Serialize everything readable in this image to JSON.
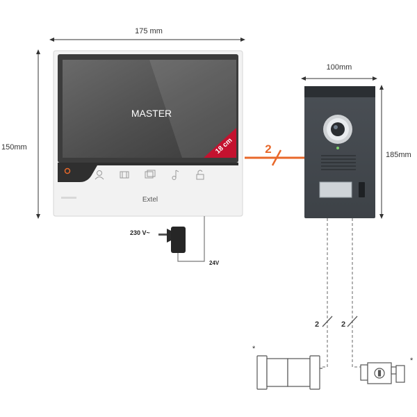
{
  "dimensions": {
    "monitor_width": "175 mm",
    "monitor_height": "150mm",
    "doorpanel_width": "100mm",
    "doorpanel_height": "185mm"
  },
  "monitor": {
    "screen_label": "MASTER",
    "diagonal_badge": "18 cm",
    "brand": "Extel",
    "buttons": [
      "user-icon",
      "gate-icon",
      "photo-icon",
      "music-note-icon",
      "unlock-icon"
    ]
  },
  "wiring": {
    "monitor_to_panel": "2",
    "panel_to_gate": "2",
    "panel_to_lock": "2",
    "accent_color": "#e8682a"
  },
  "power": {
    "mains_label": "230 V~",
    "low_voltage_label": "24V"
  },
  "accessories": {
    "gate_note": "*",
    "lock_note": "*"
  }
}
